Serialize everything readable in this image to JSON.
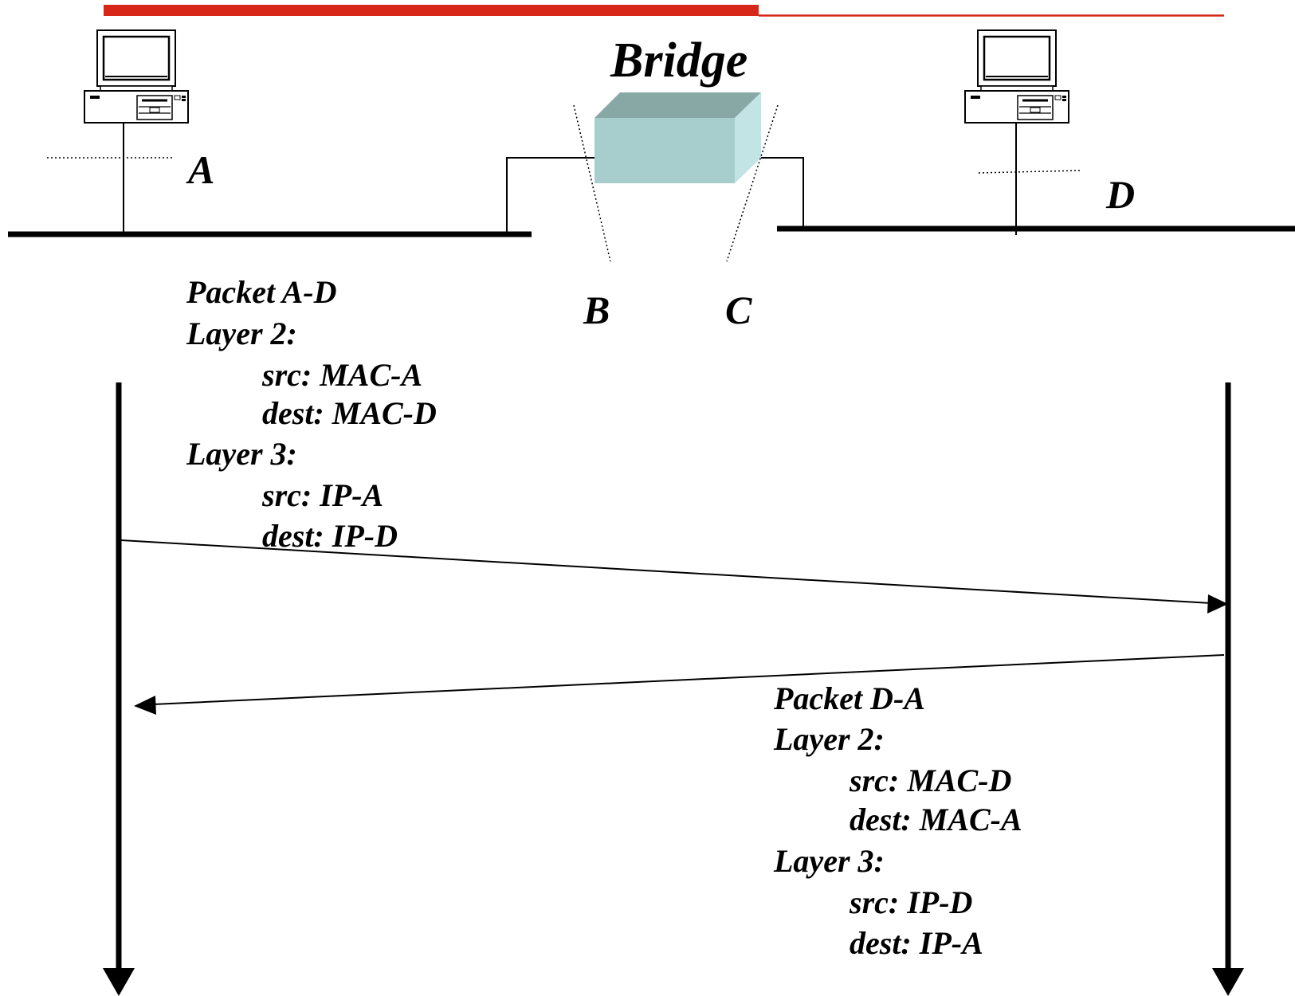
{
  "title": "Bridge",
  "colors": {
    "accent_bar": "#d62718",
    "bridge_front": "#a8cdcd",
    "bridge_top": "#88a8a6",
    "bridge_side": "#c2e4e4",
    "line": "#000000"
  },
  "hosts": [
    {
      "label": "A",
      "icon": "desktop-computer-icon"
    },
    {
      "label": "D",
      "icon": "desktop-computer-icon"
    }
  ],
  "ports": [
    {
      "label": "B"
    },
    {
      "label": "C"
    }
  ],
  "packets": [
    {
      "title": "Packet A-D",
      "layer2_label": "Layer 2:",
      "layer2_src": "src: MAC-A",
      "layer2_dest": "dest: MAC-D",
      "layer3_label": "Layer 3:",
      "layer3_src": "src: IP-A",
      "layer3_dest": "dest: IP-D",
      "direction": "A to D"
    },
    {
      "title": "Packet D-A",
      "layer2_label": "Layer 2:",
      "layer2_src": "src: MAC-D",
      "layer2_dest": "dest: MAC-A",
      "layer3_label": "Layer 3:",
      "layer3_src": "src: IP-D",
      "layer3_dest": "dest: IP-A",
      "direction": "D to A"
    }
  ]
}
